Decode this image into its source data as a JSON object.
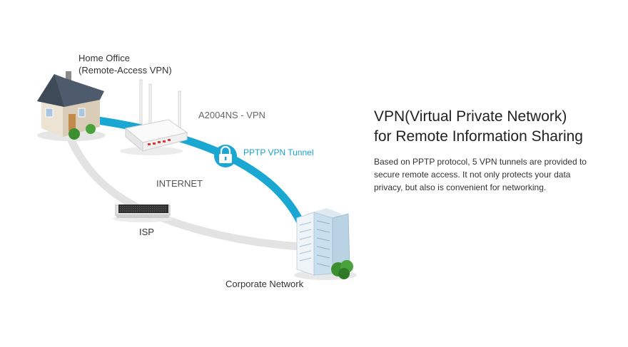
{
  "diagram": {
    "home_office_line1": "Home Office",
    "home_office_line2": "(Remote-Access VPN)",
    "router_label": "A2004NS - VPN",
    "tunnel_label": "PPTP VPN Tunnel",
    "internet_label": "INTERNET",
    "isp_label": "ISP",
    "corporate_label": "Corporate Network",
    "colors": {
      "tunnel": "#1aa7d2",
      "internet_path": "#e3e3e3",
      "house_roof": "#4e5b6c",
      "house_wall": "#e9dfcf",
      "building_glass": "#cfe3f0",
      "tree": "#3c8f2f"
    },
    "icons": [
      "house-icon",
      "router-icon",
      "lock-icon",
      "isp-server-icon",
      "building-icon"
    ]
  },
  "info": {
    "title_line1": "VPN(Virtual Private Network)",
    "title_line2": "for Remote Information Sharing",
    "body": "Based on PPTP protocol, 5 VPN tunnels are provided to secure remote access. It not only protects your data privacy, but also is convenient for networking."
  }
}
